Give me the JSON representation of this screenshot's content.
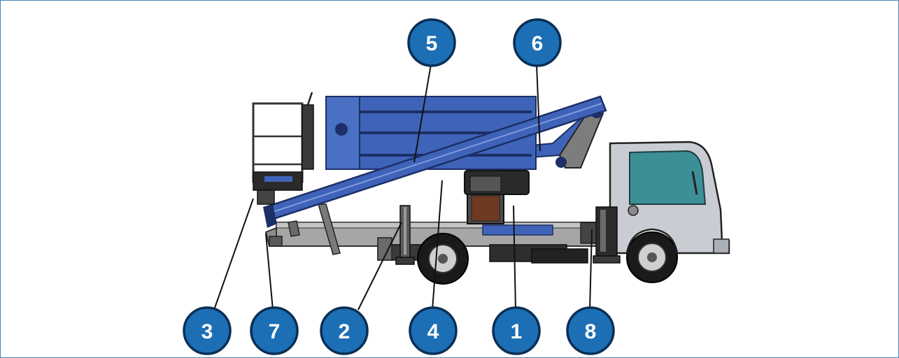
{
  "colors": {
    "frame_border": "#4a86b8",
    "badge_fill": "#1d6fb5",
    "badge_stroke": "#0a2f55",
    "boom_blue": "#3f63b8",
    "boom_dark": "#1c2f66",
    "chassis_grey": "#9a9a9a",
    "cab_silver": "#c9cdd3",
    "window_teal": "#3d8f96",
    "tire": "#1a1a1a"
  },
  "callouts": [
    {
      "number": "5",
      "points_to": "telescopic-boom"
    },
    {
      "number": "6",
      "points_to": "lift-arm"
    },
    {
      "number": "3",
      "points_to": "work-basket"
    },
    {
      "number": "7",
      "points_to": "basket-pivot"
    },
    {
      "number": "2",
      "points_to": "rear-stabilizer"
    },
    {
      "number": "4",
      "points_to": "boom-underside"
    },
    {
      "number": "1",
      "points_to": "turret"
    },
    {
      "number": "8",
      "points_to": "front-stabilizer"
    }
  ]
}
